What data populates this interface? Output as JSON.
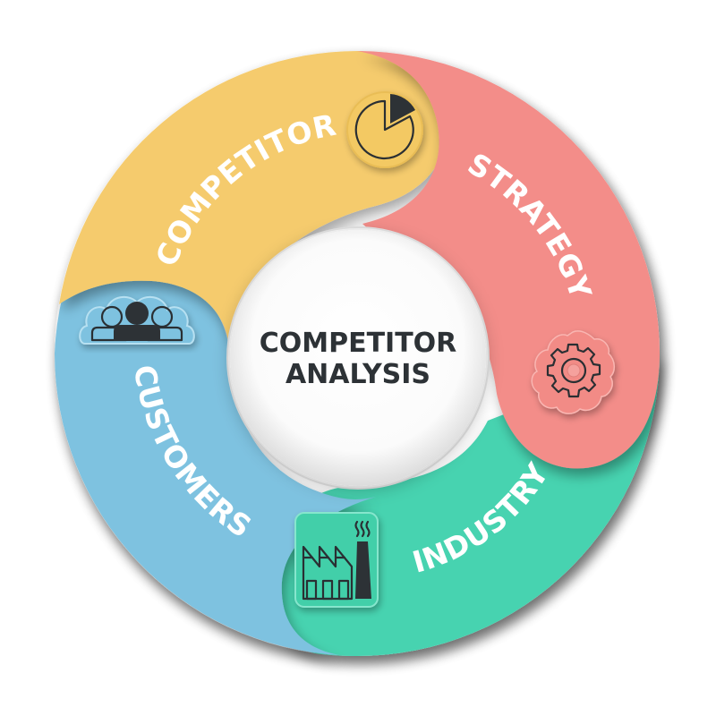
{
  "diagram": {
    "type": "cycle",
    "center": {
      "line1": "COMPETITOR",
      "line2": "ANALYSIS",
      "text_color": "#2d3236",
      "bg_color": "#ffffff"
    },
    "segments": [
      {
        "id": "competitor",
        "label": "COMPETITOR",
        "color": "#f5cb6d",
        "icon": "pie-chart-icon",
        "position": "top-left"
      },
      {
        "id": "strategy",
        "label": "STRATEGY",
        "color": "#f38d89",
        "icon": "gear-icon",
        "position": "right"
      },
      {
        "id": "industry",
        "label": "INDUSTRY",
        "color": "#46d3b0",
        "icon": "factory-icon",
        "position": "bottom"
      },
      {
        "id": "customers",
        "label": "CUSTOMERS",
        "color": "#7ec2e0",
        "icon": "people-group-icon",
        "position": "left"
      }
    ],
    "icon_color": "#2d3236",
    "background": "#ffffff"
  }
}
